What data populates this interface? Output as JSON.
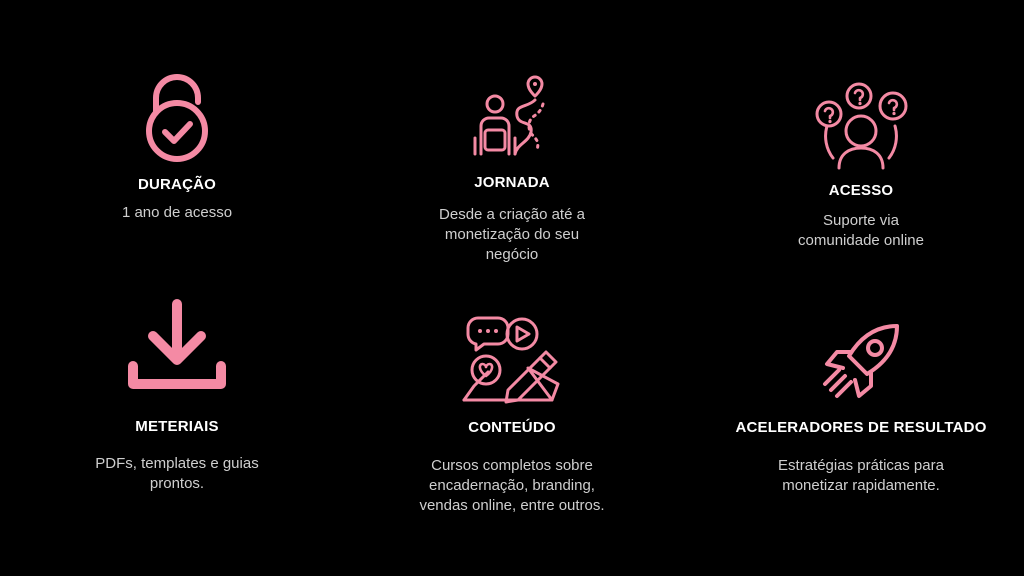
{
  "colors": {
    "background": "#000000",
    "accent": "#f48aa4",
    "title": "#ffffff",
    "text": "#cfcfcf"
  },
  "features": [
    {
      "icon": "unlocked-padlock-check-icon",
      "title": "DURAÇÃO",
      "desc": [
        "1 ano de acesso"
      ]
    },
    {
      "icon": "journey-path-icon",
      "title": "JORNADA",
      "desc": [
        "Desde a criação até a",
        "monetização do seu",
        "negócio"
      ]
    },
    {
      "icon": "community-questions-icon",
      "title": "ACESSO",
      "desc": [
        "Suporte via",
        "comunidade online"
      ]
    },
    {
      "icon": "download-icon",
      "title": "METERIAIS",
      "desc": [
        "PDFs, templates e guias",
        "prontos."
      ]
    },
    {
      "icon": "content-creation-icon",
      "title": "CONTEÚDO",
      "desc": [
        "Cursos completos sobre",
        "encadernação, branding,",
        "vendas online, entre outros."
      ]
    },
    {
      "icon": "rocket-icon",
      "title": "ACELERADORES DE RESULTADO",
      "desc": [
        "Estratégias práticas para",
        "monetizar rapidamente."
      ]
    }
  ]
}
